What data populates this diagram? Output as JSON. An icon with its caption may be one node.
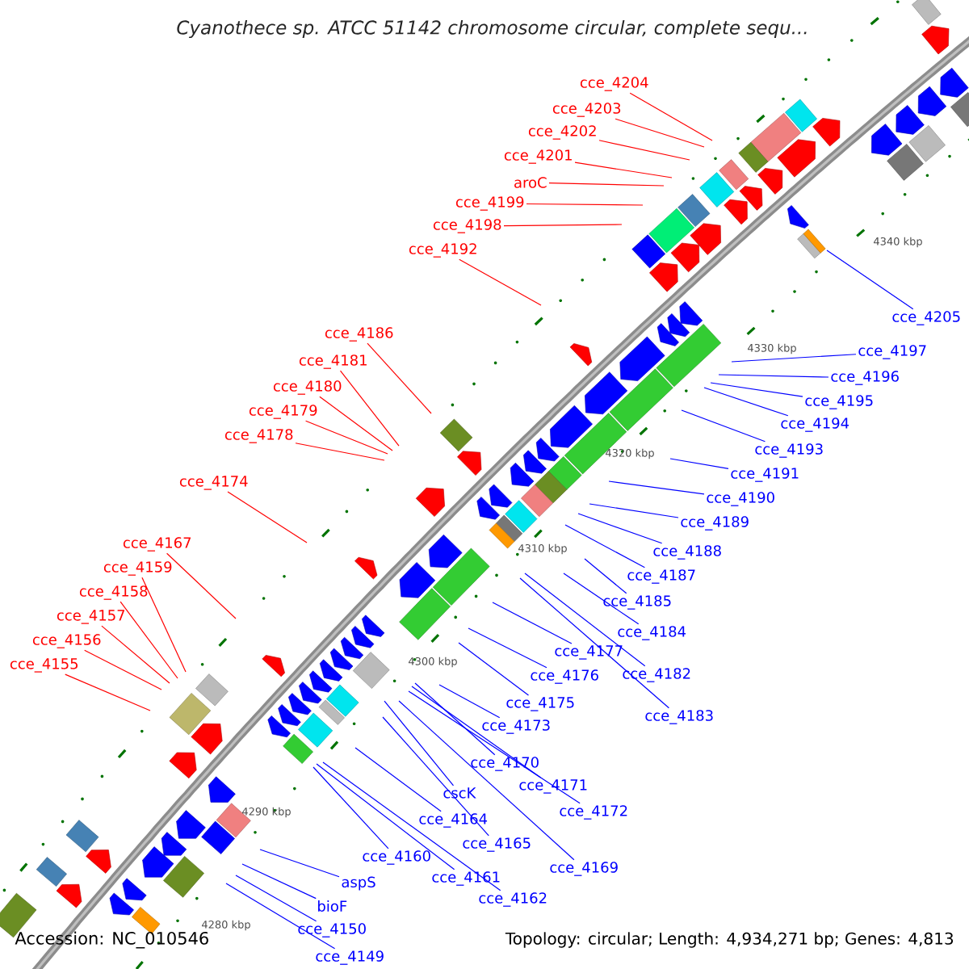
{
  "diagram": {
    "title": "Cyanothece sp. ATCC 51142 chromosome circular, complete sequ...",
    "nodes": [
      {
        "text": [
          "cce_4204"
        ]
      },
      {
        "text": [
          "cce_4203"
        ]
      },
      {
        "text": [
          "cce_4202"
        ]
      },
      {
        "text": [
          "cce_4201"
        ]
      },
      {
        "text": [
          "aroC"
        ]
      },
      {
        "text": [
          "cce_4199"
        ]
      },
      {
        "text": [
          "cce_4198"
        ]
      },
      {
        "text": [
          "cce_4192"
        ]
      },
      {
        "text": [
          "cce_4186"
        ]
      },
      {
        "text": [
          "cce_4181"
        ]
      },
      {
        "text": [
          "cce_4180"
        ]
      },
      {
        "text": [
          "cce_4179"
        ]
      },
      {
        "text": [
          "cce_4178"
        ]
      },
      {
        "text": [
          "cce_4174"
        ]
      },
      {
        "text": [
          "cce_4167"
        ]
      },
      {
        "text": [
          "cce_4159"
        ]
      },
      {
        "text": [
          "cce_4158"
        ]
      },
      {
        "text": [
          "cce_4157"
        ]
      },
      {
        "text": [
          "cce_4156"
        ]
      },
      {
        "text": [
          "cce_4155"
        ]
      },
      {
        "text": [
          "cce_4205"
        ]
      },
      {
        "text": [
          "cce_4197"
        ]
      },
      {
        "text": [
          "cce_4196"
        ]
      },
      {
        "text": [
          "cce_4195"
        ]
      },
      {
        "text": [
          "cce_4194"
        ]
      },
      {
        "text": [
          "cce_4193"
        ]
      },
      {
        "text": [
          "cce_4191"
        ]
      },
      {
        "text": [
          "cce_4190"
        ]
      },
      {
        "text": [
          "cce_4189"
        ]
      },
      {
        "text": [
          "cce_4188"
        ]
      },
      {
        "text": [
          "cce_4187"
        ]
      },
      {
        "text": [
          "cce_4185"
        ]
      },
      {
        "text": [
          "cce_4184"
        ]
      },
      {
        "text": [
          "cce_4177"
        ]
      },
      {
        "text": [
          "cce_4182"
        ]
      },
      {
        "text": [
          "cce_4176"
        ]
      },
      {
        "text": [
          "cce_4183"
        ]
      },
      {
        "text": [
          "cce_4175"
        ]
      },
      {
        "text": [
          "cce_4173"
        ]
      },
      {
        "text": [
          "cce_4170"
        ]
      },
      {
        "text": [
          "cce_4171"
        ]
      },
      {
        "text": [
          "cscK"
        ]
      },
      {
        "text": [
          "cce_4172"
        ]
      },
      {
        "text": [
          "cce_4164"
        ]
      },
      {
        "text": [
          "cce_4165"
        ]
      },
      {
        "text": [
          "cce_4160"
        ]
      },
      {
        "text": [
          "cce_4169"
        ]
      },
      {
        "text": [
          "cce_4161"
        ]
      },
      {
        "text": [
          "aspS"
        ]
      },
      {
        "text": [
          "cce_4162"
        ]
      },
      {
        "text": [
          "bioF"
        ]
      },
      {
        "text": [
          "cce_4150"
        ]
      },
      {
        "text": [
          "cce_4149"
        ]
      }
    ],
    "edges": [
      {
        "from": 0,
        "to": null,
        "arrow": "none",
        "color": "#ff0000"
      },
      {
        "from": 1,
        "to": null,
        "arrow": "none",
        "color": "#ff0000"
      },
      {
        "from": 2,
        "to": null,
        "arrow": "none",
        "color": "#ff0000"
      },
      {
        "from": 3,
        "to": null,
        "arrow": "none",
        "color": "#ff0000"
      },
      {
        "from": 4,
        "to": null,
        "arrow": "none",
        "color": "#ff0000"
      },
      {
        "from": 5,
        "to": null,
        "arrow": "none",
        "color": "#ff0000"
      },
      {
        "from": 6,
        "to": null,
        "arrow": "none",
        "color": "#ff0000"
      },
      {
        "from": 7,
        "to": null,
        "arrow": "none",
        "color": "#ff0000"
      },
      {
        "from": 8,
        "to": null,
        "arrow": "none",
        "color": "#ff0000"
      },
      {
        "from": 9,
        "to": null,
        "arrow": "none",
        "color": "#ff0000"
      },
      {
        "from": 10,
        "to": null,
        "arrow": "none",
        "color": "#ff0000"
      },
      {
        "from": 11,
        "to": null,
        "arrow": "none",
        "color": "#ff0000"
      },
      {
        "from": 12,
        "to": null,
        "arrow": "none",
        "color": "#ff0000"
      },
      {
        "from": 13,
        "to": null,
        "arrow": "none",
        "color": "#ff0000"
      },
      {
        "from": 14,
        "to": null,
        "arrow": "none",
        "color": "#ff0000"
      },
      {
        "from": 15,
        "to": null,
        "arrow": "none",
        "color": "#ff0000"
      },
      {
        "from": 16,
        "to": null,
        "arrow": "none",
        "color": "#ff0000"
      },
      {
        "from": 17,
        "to": null,
        "arrow": "none",
        "color": "#ff0000"
      },
      {
        "from": 18,
        "to": null,
        "arrow": "none",
        "color": "#ff0000"
      },
      {
        "from": 19,
        "to": null,
        "arrow": "none",
        "color": "#ff0000"
      },
      {
        "from": 20,
        "to": null,
        "arrow": "none"
      },
      {
        "from": 21,
        "to": null,
        "arrow": "none"
      },
      {
        "from": 22,
        "to": null,
        "arrow": "none"
      },
      {
        "from": 23,
        "to": null,
        "arrow": "none"
      },
      {
        "from": 24,
        "to": null,
        "arrow": "none"
      },
      {
        "from": 25,
        "to": null,
        "arrow": "none"
      },
      {
        "from": 26,
        "to": null,
        "arrow": "none"
      },
      {
        "from": 27,
        "to": null,
        "arrow": "none"
      },
      {
        "from": 28,
        "to": null,
        "arrow": "none"
      },
      {
        "from": 29,
        "to": null,
        "arrow": "none"
      },
      {
        "from": 30,
        "to": null,
        "arrow": "none"
      },
      {
        "from": 31,
        "to": null,
        "arrow": "none"
      },
      {
        "from": 32,
        "to": null,
        "arrow": "none"
      },
      {
        "from": 33,
        "to": null,
        "arrow": "none"
      },
      {
        "from": 34,
        "to": null,
        "arrow": "none"
      },
      {
        "from": 35,
        "to": null,
        "arrow": "none"
      },
      {
        "from": 36,
        "to": null,
        "arrow": "none"
      },
      {
        "from": 37,
        "to": null,
        "arrow": "none"
      },
      {
        "from": 38,
        "to": null,
        "arrow": "none"
      },
      {
        "from": 39,
        "to": null,
        "arrow": "none"
      },
      {
        "from": 40,
        "to": null,
        "arrow": "none"
      },
      {
        "from": 41,
        "to": null,
        "arrow": "none"
      },
      {
        "from": 42,
        "to": null,
        "arrow": "none"
      },
      {
        "from": 43,
        "to": null,
        "arrow": "none"
      },
      {
        "from": 44,
        "to": null,
        "arrow": "none"
      },
      {
        "from": 45,
        "to": null,
        "arrow": "none"
      },
      {
        "from": 46,
        "to": null,
        "arrow": "none"
      },
      {
        "from": 47,
        "to": null,
        "arrow": "none"
      },
      {
        "from": 48,
        "to": null,
        "arrow": "none"
      },
      {
        "from": 49,
        "to": null,
        "arrow": "none"
      },
      {
        "from": 50,
        "to": null,
        "arrow": "none"
      },
      {
        "from": 51,
        "to": null,
        "arrow": "none"
      },
      {
        "from": 52,
        "to": null,
        "arrow": "none"
      }
    ],
    "labels": [
      "4340 kbp",
      "4330 kbp",
      "4320 kbp",
      "4310 kbp",
      "4300 kbp",
      "4290 kbp",
      "4280 kbp",
      "Accession: NC_010546",
      "Topology: circular; Length: 4,934,271 bp; Genes: 4,813"
    ]
  }
}
